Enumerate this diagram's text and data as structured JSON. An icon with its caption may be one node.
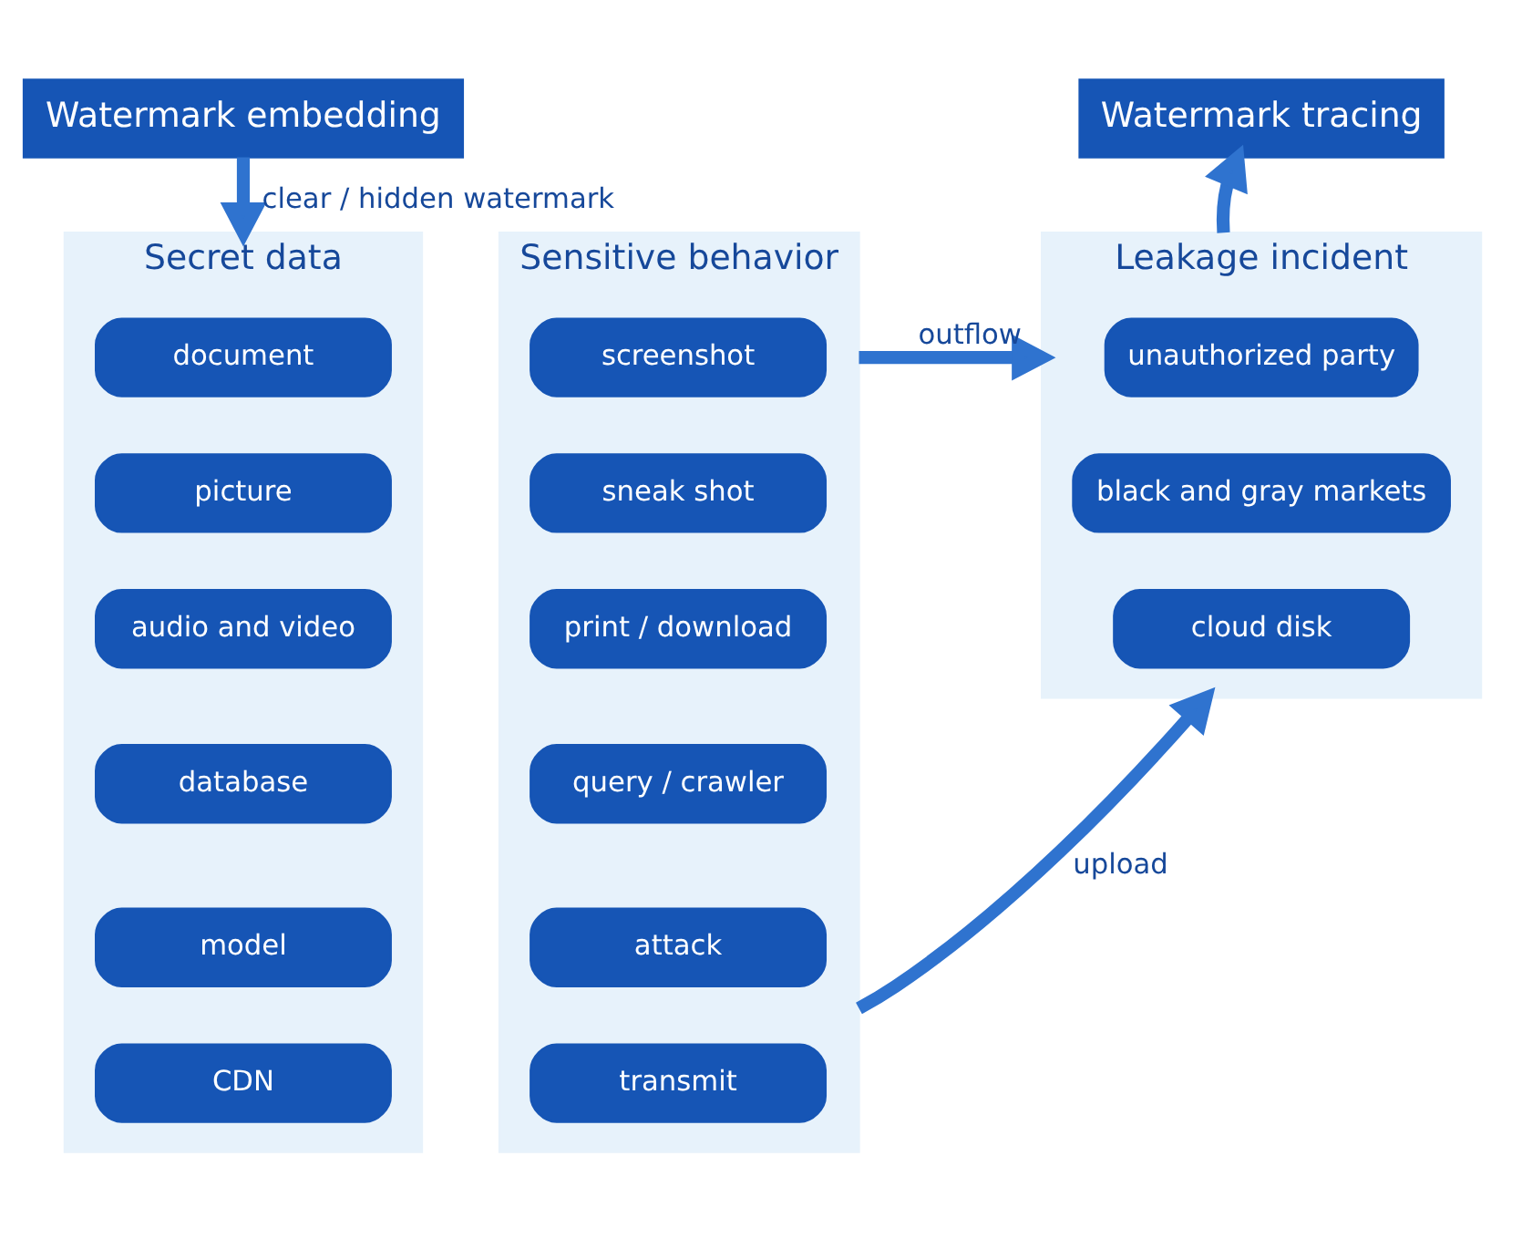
{
  "diagram": {
    "nodes": [
      {
        "text": [
          "Watermark embedding"
        ]
      },
      {
        "text": [
          "Secret data"
        ]
      },
      {
        "text": [
          "document"
        ],
        "in": 1
      },
      {
        "text": [
          "picture"
        ],
        "in": 1
      },
      {
        "text": [
          "audio and video"
        ],
        "in": 1
      },
      {
        "text": [
          "database"
        ],
        "in": 1
      },
      {
        "text": [
          "model"
        ],
        "in": 1
      },
      {
        "text": [
          "CDN"
        ],
        "in": 1
      },
      {
        "text": [
          "Sensitive behavior"
        ]
      },
      {
        "text": [
          "screenshot"
        ],
        "in": 8
      },
      {
        "text": [
          "sneak shot"
        ],
        "in": 8
      },
      {
        "text": [
          "print / download"
        ],
        "in": 8
      },
      {
        "text": [
          "query / crawler"
        ],
        "in": 8
      },
      {
        "text": [
          "attack"
        ],
        "in": 8
      },
      {
        "text": [
          "transmit"
        ],
        "in": 8
      },
      {
        "text": [
          "Leakage incident"
        ]
      },
      {
        "text": [
          "unauthorized party"
        ],
        "in": 15
      },
      {
        "text": [
          "black and gray markets"
        ],
        "in": 15
      },
      {
        "text": [
          "cloud disk"
        ],
        "in": 15
      },
      {
        "text": [
          "Watermark tracing"
        ]
      }
    ],
    "edges": [
      {
        "from": 0,
        "to": 1,
        "arrow": "to",
        "label": "clear / hidden watermark"
      },
      {
        "from": 8,
        "to": 15,
        "arrow": "to",
        "label": "outflow"
      },
      {
        "from": 8,
        "to": 15,
        "arrow": "to",
        "label": "upload"
      },
      {
        "from": 15,
        "to": 19,
        "arrow": "to"
      }
    ]
  }
}
